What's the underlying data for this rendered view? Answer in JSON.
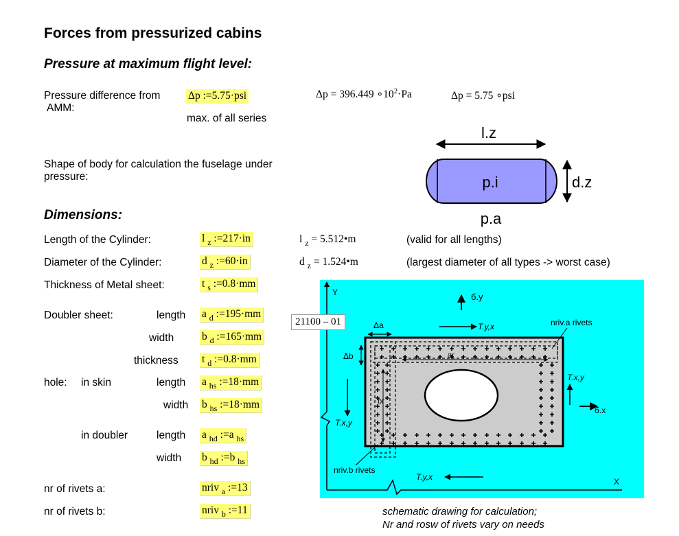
{
  "headings": {
    "title": "Forces from pressurized cabins",
    "pressure_section": "Pressure at maximum flight level:",
    "dimensions_section": "Dimensions:"
  },
  "pressure": {
    "label_line1": "Pressure difference from",
    "label_line2": "AMM:",
    "input_lhs": "Δp",
    "input_rhs": "5.75·psi",
    "result_pa_lhs": "Δp",
    "result_pa_value": "396.449",
    "result_pa_base": "10",
    "result_pa_exp": "2",
    "result_pa_unit": "Pa",
    "result_psi_lhs": "Δp",
    "result_psi_value": "5.75",
    "result_psi_unit": "psi",
    "note": "max. of all series"
  },
  "shape": {
    "label_line1": "Shape of body for calculation the fuselage under",
    "label_line2": "pressure:",
    "length_label": "l.z",
    "inner_label": "p.i",
    "diameter_label": "d.z",
    "outer_label": "p.a"
  },
  "dimensions": {
    "length": {
      "label": "Length of the Cylinder:",
      "var": "l",
      "sub": "z",
      "value": "217·in",
      "result_var": "l",
      "result_sub": "z",
      "result_value": "5.512",
      "result_unit": "m",
      "note": "(valid for all lengths)"
    },
    "diameter": {
      "label": "Diameter of the Cylinder:",
      "var": "d",
      "sub": "z",
      "value": "60·in",
      "result_var": "d",
      "result_sub": "z",
      "result_value": "1.524",
      "result_unit": "m",
      "note": "(largest diameter of all types -> worst case)"
    },
    "thickness": {
      "label": "Thickness of Metal sheet:",
      "var": "t",
      "sub": "s",
      "value": "0.8·mm"
    }
  },
  "doubler": {
    "label": "Doubler sheet:",
    "length_label": "length",
    "a_var": "a",
    "a_sub": "d",
    "a_value": "195·mm",
    "width_label": "width",
    "b_var": "b",
    "b_sub": "d",
    "b_value": "165·mm",
    "thickness_label": "thickness",
    "t_var": "t",
    "t_sub": "d",
    "t_value": "0.8·mm"
  },
  "hole": {
    "label": "hole:",
    "skin_label": "in skin",
    "skin_length_label": "length",
    "ahs_var": "a",
    "ahs_sub": "hs",
    "ahs_value": "18·mm",
    "skin_width_label": "width",
    "bhs_var": "b",
    "bhs_sub": "hs",
    "bhs_value": "18·mm",
    "doubler_label": "in doubler",
    "doubler_length_label": "length",
    "ahd_var": "a",
    "ahd_sub": "hd",
    "ahd_rhs_var": "a",
    "ahd_rhs_sub": "hs",
    "doubler_width_label": "width",
    "bhd_var": "b",
    "bhd_sub": "hd",
    "bhd_rhs_var": "b",
    "bhd_rhs_sub": "hs"
  },
  "rivets": {
    "a_label": "nr of rivets a:",
    "a_var": "nriv",
    "a_sub": "a",
    "a_value": "13",
    "b_label": "nr of rivets b:",
    "b_var": "nriv",
    "b_sub": "b",
    "b_value": "11"
  },
  "drawing": {
    "ref_tag": "21100 – 01",
    "axis_y": "Y",
    "axis_x": "X",
    "sigma_y": "б.y",
    "sigma_x": "б.x",
    "tau_yx_top": "T.y,x",
    "tau_yx_bottom": "T.y,x",
    "tau_xy_left": "T.x,y",
    "tau_xy_right": "T.x,y",
    "nriv_a_label": "nriv.a rivets",
    "nriv_b_label": "nriv.b rivets",
    "delta_a": "Δa",
    "delta_b": "Δb",
    "ar": "ar",
    "br": "br",
    "caption_line1": "schematic drawing for calculation;",
    "caption_line2": "Nr and rosw of rivets vary on needs"
  },
  "colors": {
    "highlight": "#ffff7a",
    "drawing_background": "#00ffff",
    "cylinder_fill": "#9999ff",
    "plate_fill": "#cccccc"
  }
}
